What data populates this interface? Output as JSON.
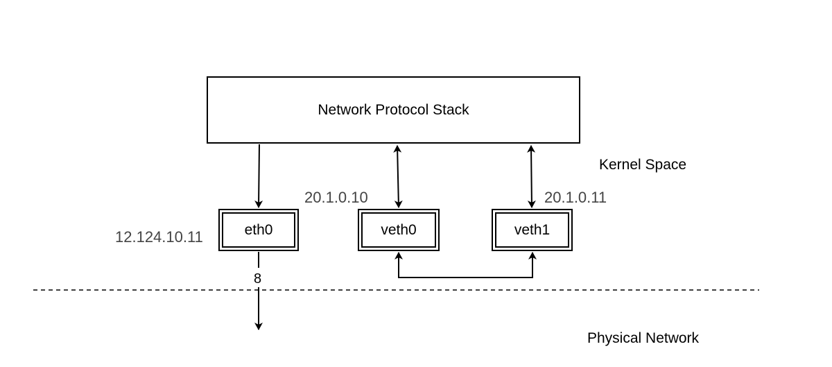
{
  "stack": {
    "label": "Network Protocol Stack"
  },
  "interfaces": {
    "eth0": {
      "name": "eth0",
      "ip": "12.124.10.11"
    },
    "veth0": {
      "name": "veth0",
      "ip": "20.1.0.10"
    },
    "veth1": {
      "name": "veth1",
      "ip": "20.1.0.11"
    }
  },
  "link_label": "8",
  "regions": {
    "kernel": "Kernel Space",
    "physical": "Physical Network"
  }
}
